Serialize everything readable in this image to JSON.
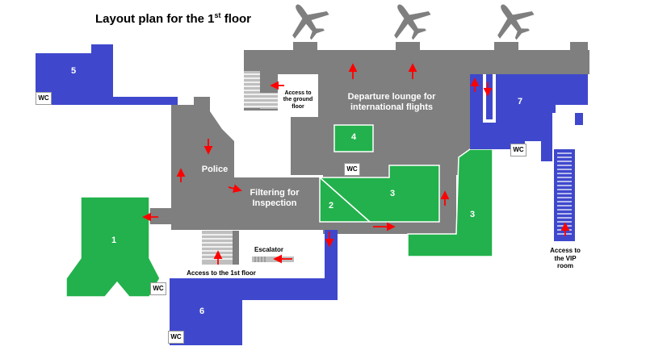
{
  "title": {
    "main": "Layout plan for the 1",
    "sup": "st",
    "end": " floor"
  },
  "zones": {
    "z1": "1",
    "z2": "2",
    "z3a": "3",
    "z3b": "3",
    "z4": "4",
    "z5": "5",
    "z6": "6",
    "z7": "7"
  },
  "labels": {
    "police": "Police",
    "filtering_1": "Filtering for",
    "filtering_2": "Inspection",
    "departure_1": "Departure lounge for",
    "departure_2": "international flights",
    "ground_1": "Access to",
    "ground_2": "the ground",
    "ground_3": "floor",
    "escalator": "Escalator",
    "first_floor": "Access to the 1st floor",
    "vip_1": "Access to",
    "vip_2": "the VIP",
    "vip_3": "room"
  },
  "wc_label": "WC",
  "colors": {
    "hall": "#7f7f7f",
    "green": "#22b14c",
    "blue": "#3f48cc",
    "arrow": "#ff0000",
    "plane": "#7f7f7f",
    "stairs": "#d9d9d9"
  },
  "icons": [
    "airplane-icon",
    "airplane-icon",
    "airplane-icon"
  ]
}
